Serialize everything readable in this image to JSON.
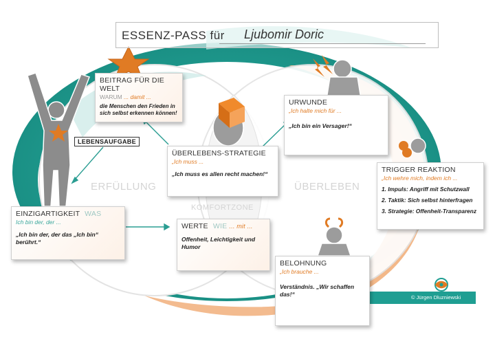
{
  "header": {
    "title_prefix": "ESSENZ-PASS für",
    "name": "Ljubomir Doric"
  },
  "zones": {
    "erfuellung": "ERFÜLLUNG",
    "ueberleben": "ÜBERLEBEN",
    "komfortzone": "KOMFORTZONE"
  },
  "lebensaufgabe": "LEBENSAUFGABE",
  "cards": {
    "beitrag": {
      "title": "BEITRAG FÜR DIE WELT",
      "q_gray": "WARUM",
      "q": "... damit ...",
      "body": "die Menschen den Frieden in sich selbst erkennen können!"
    },
    "strategie": {
      "title": "ÜBERLEBENS-STRATEGIE",
      "q": "„Ich muss ...",
      "body": "„Ich muss es allen recht machen!“"
    },
    "urwunde": {
      "title": "URWUNDE",
      "q": "„Ich halte mich für ...",
      "body": "„Ich bin ein Versager!“"
    },
    "trigger": {
      "title": "TRIGGER REAKTION",
      "q": "„Ich wehre mich, indem ich ...",
      "items": [
        "1.  Impuls: Angriff mit Schutzwall",
        "2.  Taktik: Sich selbst hinterfragen",
        "3.  Strategie: Offenheit-Transparenz"
      ]
    },
    "einzigartigkeit": {
      "title": "EINZIGARTIGKEIT",
      "sub": "WAS",
      "q": "Ich bin der, der ...",
      "body": "„Ich bin der, der das „Ich bin“ berührt.“"
    },
    "werte": {
      "title": "WERTE",
      "sub": "WIE",
      "sub2": "... mit ...",
      "body": "Offenheit, Leichtigkeit und Humor"
    },
    "belohnung": {
      "title": "BELOHNUNG",
      "q": "„Ich brauche ...",
      "body": "Verständnis. „Wir schaffen das!“"
    }
  },
  "copyright": "© Jürgen Dluzniewski",
  "colors": {
    "teal": "#1f9e92",
    "orange": "#e07b24",
    "peach": "#f2b483",
    "gray_figure": "#8a8a8a"
  }
}
